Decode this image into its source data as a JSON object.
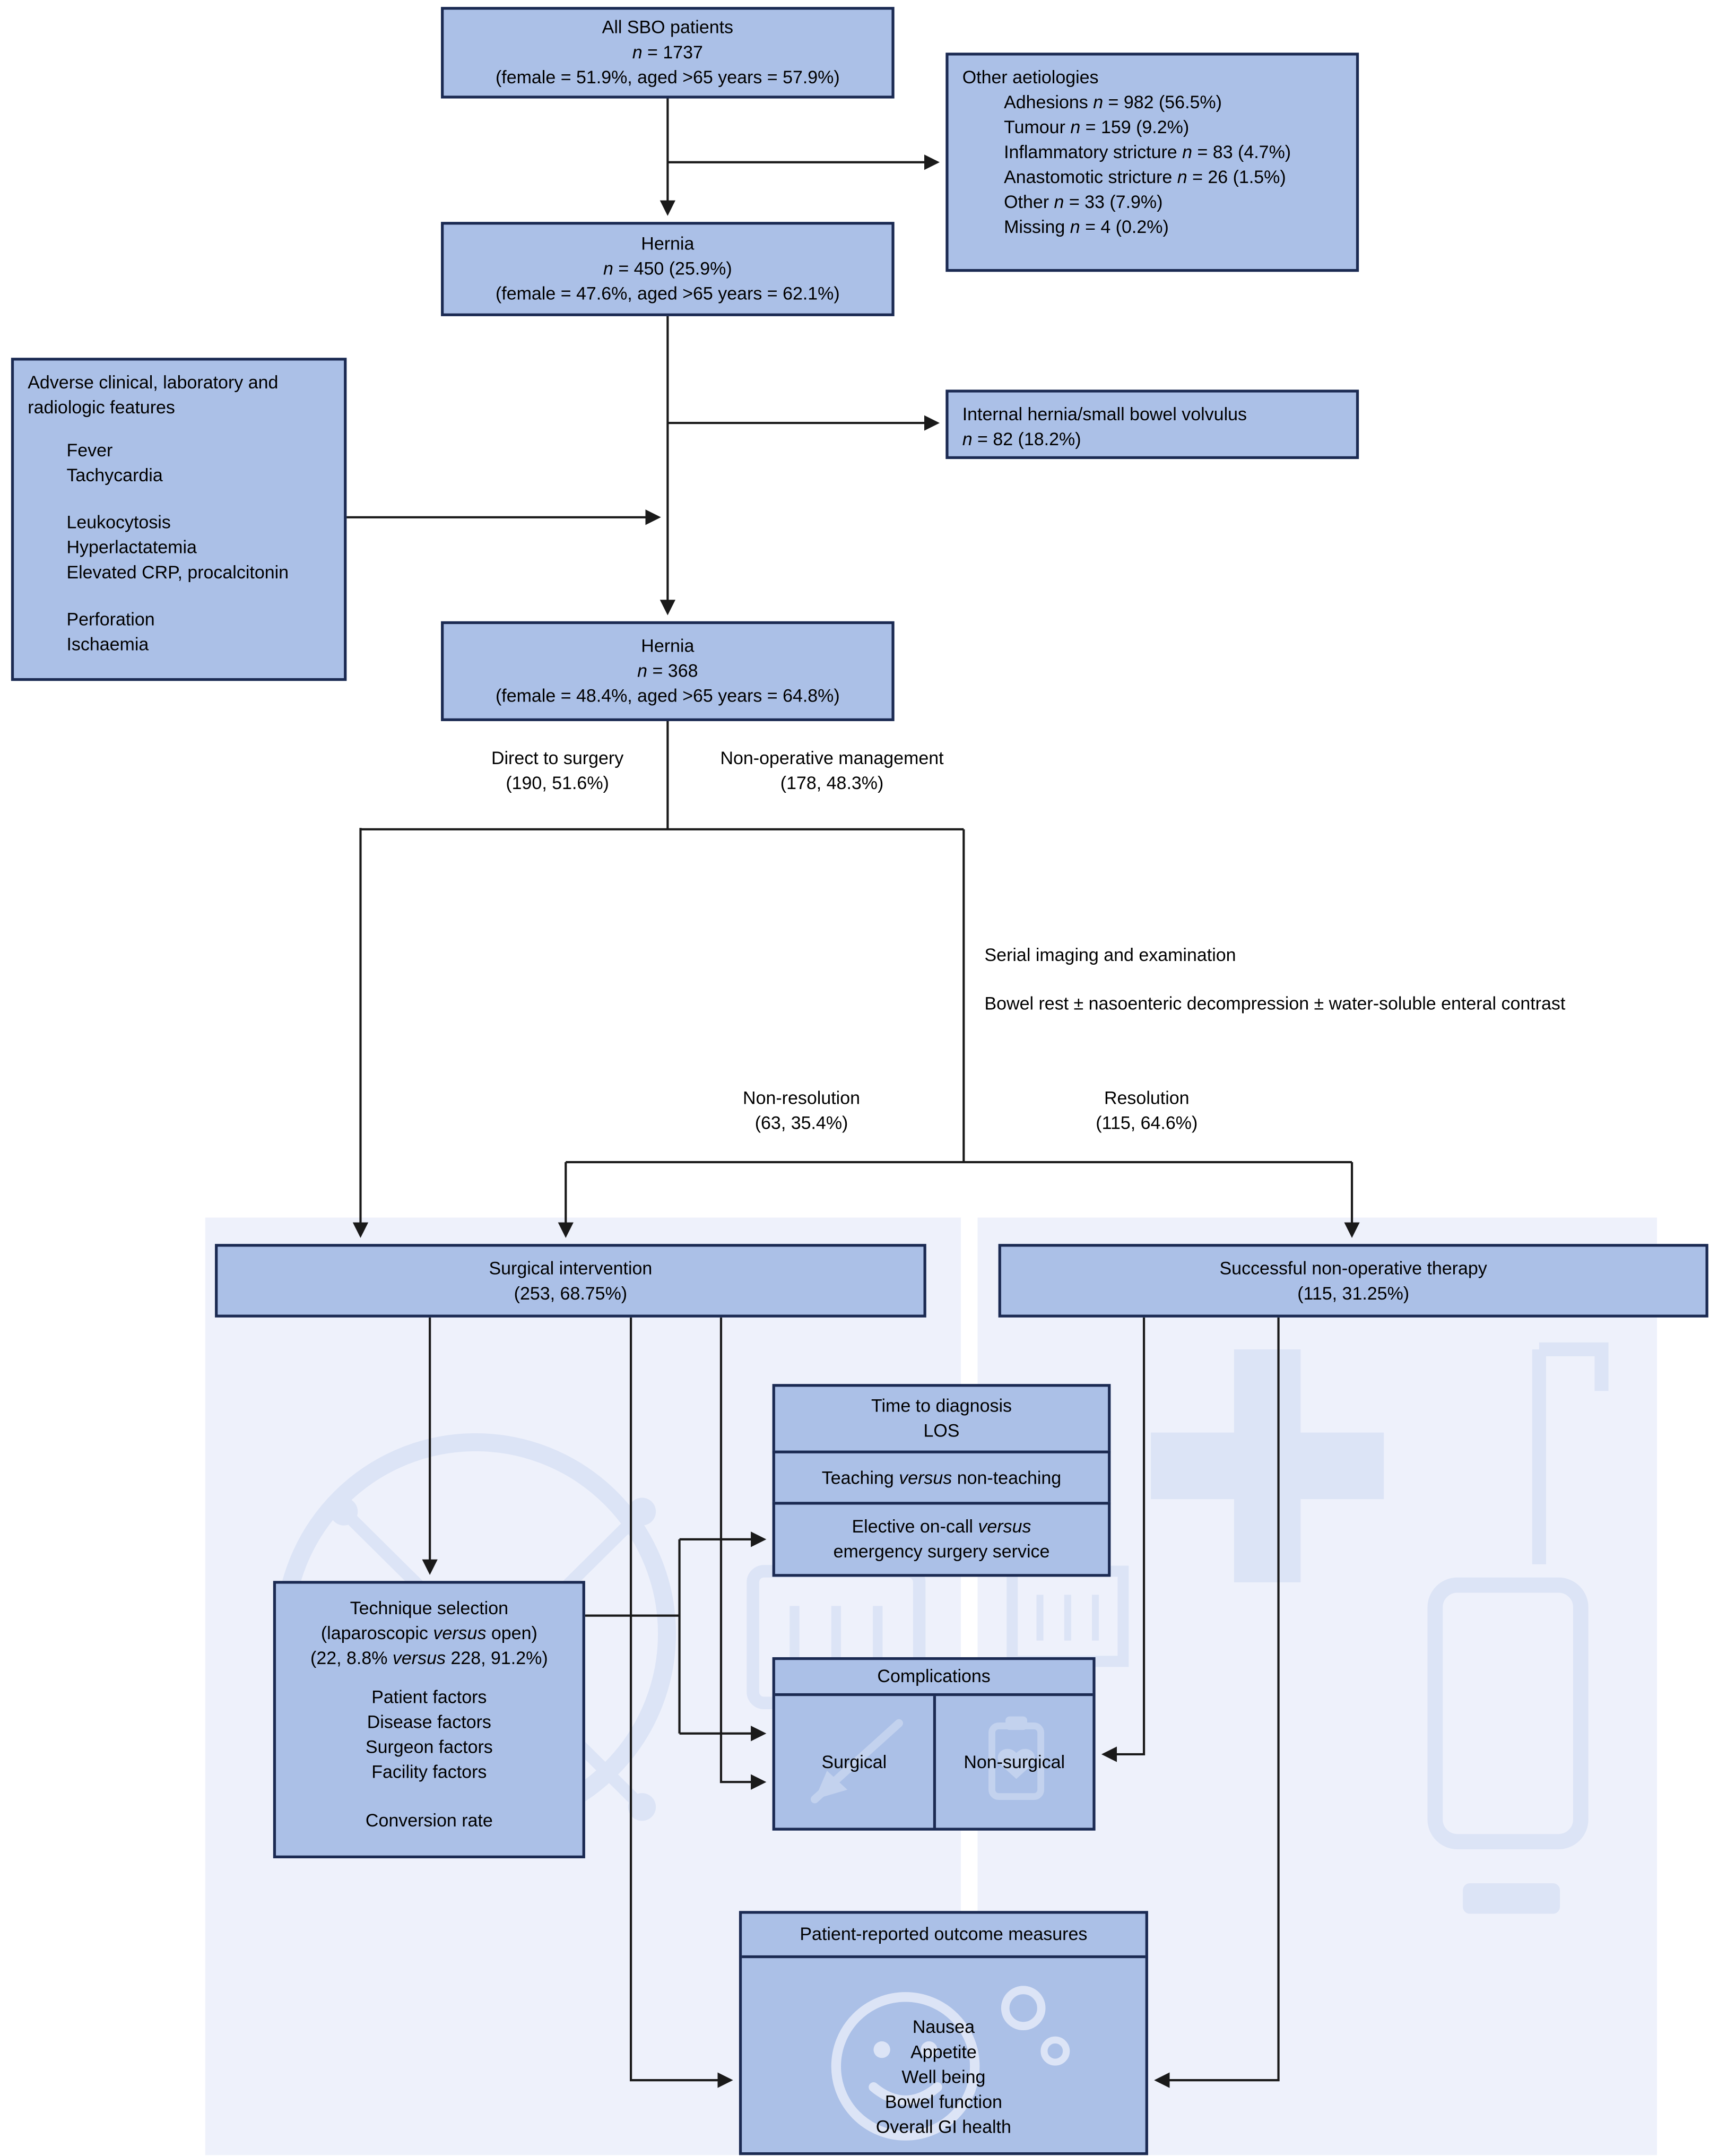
{
  "colors": {
    "box_fill": "#abc0e7",
    "box_border": "#1b2a52",
    "panel_bg": "#eef1fb",
    "watermark": "#dce4f6",
    "icon": "#c3d2ee",
    "line": "#1a1a1a"
  },
  "boxes": {
    "all_sbo": {
      "line1": "All SBO patients",
      "line2": "n = 1737",
      "line3": "(female = 51.9%, aged >65 years = 57.9%)"
    },
    "other_aetiologies": {
      "title": "Other aetiologies",
      "items": [
        "Adhesions n = 982 (56.5%)",
        "Tumour n = 159 (9.2%)",
        "Inflammatory stricture n = 83 (4.7%)",
        "Anastomotic stricture n = 26 (1.5%)",
        "Other n = 33 (7.9%)",
        "Missing n = 4 (0.2%)"
      ]
    },
    "hernia_450": {
      "line1": "Hernia",
      "line2": "n = 450 (25.9%)",
      "line3": "(female = 47.6%, aged >65 years = 62.1%)"
    },
    "adverse_features": {
      "title": "Adverse clinical, laboratory and radiologic features",
      "group1": [
        "Fever",
        "Tachycardia"
      ],
      "group2": [
        "Leukocytosis",
        "Hyperlactatemia",
        "Elevated CRP, procalcitonin"
      ],
      "group3": [
        "Perforation",
        "Ischaemia"
      ]
    },
    "internal_hernia": {
      "line1": "Internal hernia/small bowel volvulus",
      "line2": "n = 82 (18.2%)"
    },
    "hernia_368": {
      "line1": "Hernia",
      "line2": "n = 368",
      "line3": "(female = 48.4%, aged >65 years = 64.8%)"
    },
    "surgical_intervention": {
      "line1": "Surgical intervention",
      "line2": "(253, 68.75%)"
    },
    "successful_nonop": {
      "line1": "Successful non-operative therapy",
      "line2": "(115, 31.25%)"
    },
    "time_los": {
      "line1": "Time to diagnosis",
      "line2": "LOS"
    },
    "teaching": {
      "line1": "Teaching versus non-teaching"
    },
    "elective": {
      "line1": "Elective on-call versus",
      "line2": "emergency surgery service"
    },
    "technique": {
      "line1": "Technique selection",
      "line2": "(laparoscopic versus open)",
      "line3": "(22, 8.8% versus 228, 91.2%)",
      "factors": [
        "Patient factors",
        "Disease factors",
        "Surgeon factors",
        "Facility factors"
      ],
      "footer": "Conversion rate"
    },
    "complications": {
      "title": "Complications",
      "left": "Surgical",
      "right": "Non-surgical"
    },
    "prom": {
      "title": "Patient-reported outcome measures",
      "items": [
        "Nausea",
        "Appetite",
        "Well being",
        "Bowel function",
        "Overall GI health"
      ]
    }
  },
  "labels": {
    "direct_surgery": {
      "line1": "Direct to surgery",
      "line2": "(190, 51.6%)"
    },
    "nonop_mgmt": {
      "line1": "Non-operative management",
      "line2": "(178, 48.3%)"
    },
    "serial_imaging": "Serial imaging and examination",
    "bowel_rest": "Bowel rest ± nasoenteric decompression ± water-soluble enteral contrast",
    "non_resolution": {
      "line1": "Non-resolution",
      "line2": "(63, 35.4%)"
    },
    "resolution": {
      "line1": "Resolution",
      "line2": "(115, 64.6%)"
    }
  }
}
